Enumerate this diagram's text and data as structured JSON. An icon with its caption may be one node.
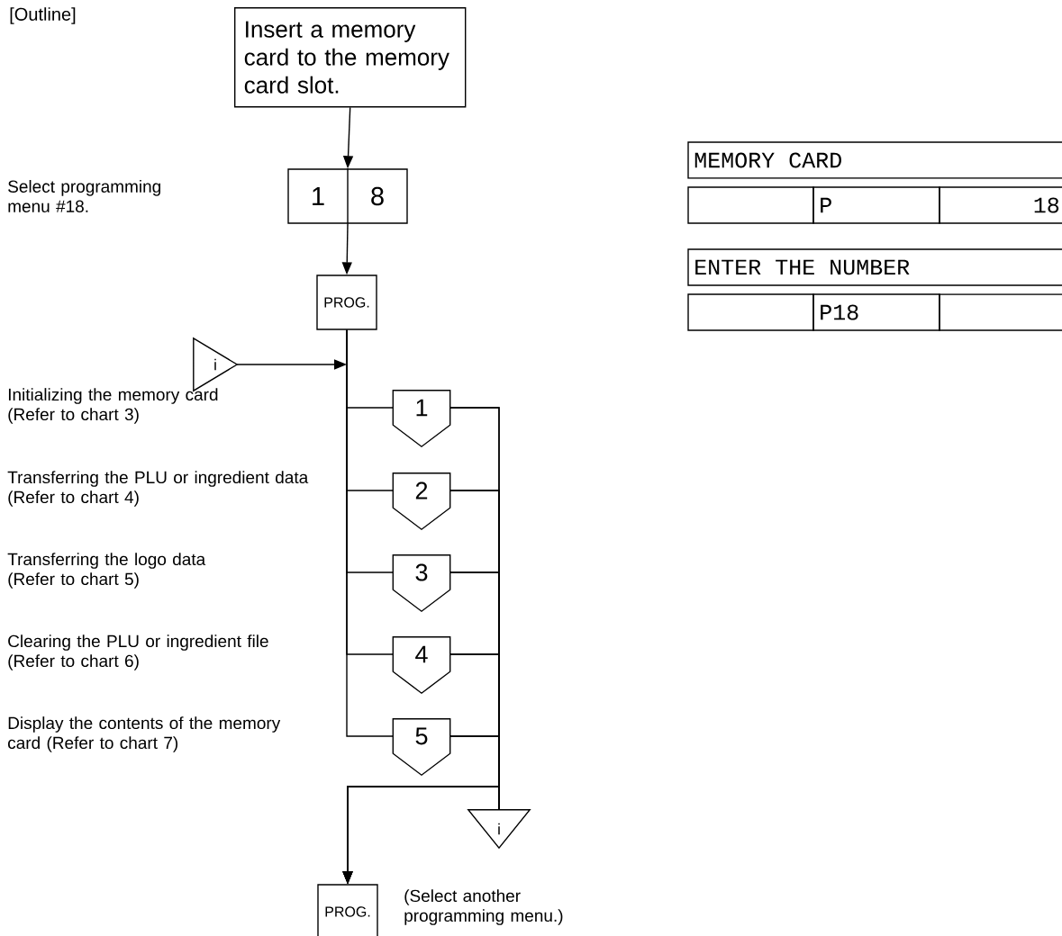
{
  "diagram": {
    "nodes": [
      {
        "text": [
          "Insert a memory card to the memory card slot."
        ]
      },
      {
        "text": [
          "1",
          "8"
        ]
      },
      {
        "text": [
          "PROG."
        ]
      },
      {
        "text": [
          "i"
        ]
      },
      {
        "text": [
          "1"
        ]
      },
      {
        "text": [
          "2"
        ]
      },
      {
        "text": [
          "3"
        ]
      },
      {
        "text": [
          "4"
        ]
      },
      {
        "text": [
          "5"
        ]
      },
      {
        "text": [
          "i"
        ]
      },
      {
        "text": [
          "PROG."
        ],
        "beside": [
          "(Select another programming menu.)"
        ]
      }
    ],
    "edges": [
      {
        "from": 0,
        "to": 1,
        "arrow": "to"
      },
      {
        "from": 1,
        "to": 2,
        "arrow": "to"
      },
      {
        "from": 2,
        "to": 4,
        "arrow": "none"
      },
      {
        "from": 2,
        "to": 5,
        "arrow": "none"
      },
      {
        "from": 2,
        "to": 6,
        "arrow": "none"
      },
      {
        "from": 2,
        "to": 7,
        "arrow": "none"
      },
      {
        "from": 2,
        "to": 8,
        "arrow": "none"
      },
      {
        "from": 3,
        "to": null,
        "arrow": "to"
      },
      {
        "from": 4,
        "to": 9,
        "arrow": "none"
      },
      {
        "from": 5,
        "to": 9,
        "arrow": "none"
      },
      {
        "from": 6,
        "to": 9,
        "arrow": "none"
      },
      {
        "from": 7,
        "to": 9,
        "arrow": "none"
      },
      {
        "from": 8,
        "to": 9,
        "arrow": "none"
      },
      {
        "from": 4,
        "to": 10,
        "arrow": "to"
      },
      {
        "from": 5,
        "to": 10,
        "arrow": "to"
      },
      {
        "from": 6,
        "to": 10,
        "arrow": "to"
      },
      {
        "from": 7,
        "to": 10,
        "arrow": "to"
      },
      {
        "from": 8,
        "to": 10,
        "arrow": "to"
      }
    ],
    "labels": [
      "[Outline]",
      "Select programming menu #18.",
      "Initializing the memory card (Refer to chart 3)",
      "Transferring the PLU or ingredient data (Refer to chart 4)",
      "Transferring the logo data (Refer to chart 5)",
      "Clearing the PLU or ingredient file (Refer to chart 6)",
      "Display the contents of the memory card (Refer to chart 7)",
      "MEMORY CARD",
      "P",
      "18",
      "ENTER THE NUMBER",
      "P18"
    ]
  }
}
